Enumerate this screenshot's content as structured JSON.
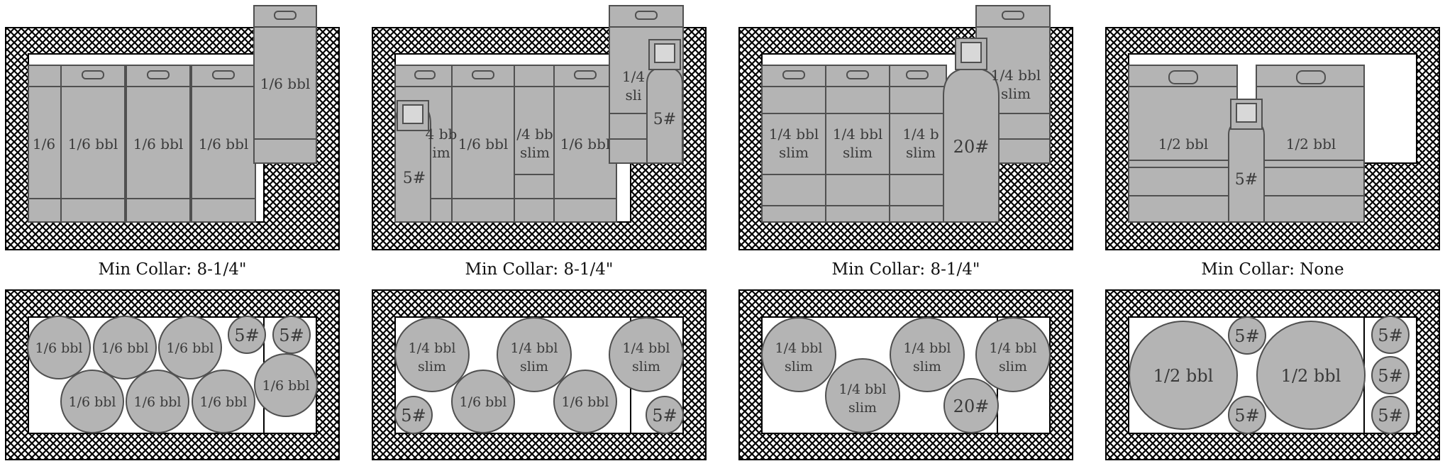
{
  "colors": {
    "keg_fill": "#b4b4b4",
    "keg_stroke": "#505050",
    "interior": "#ffffff",
    "hatch": "#000000"
  },
  "configs": [
    {
      "caption": "Min Collar: 8-1/4\"",
      "side_labels": [
        "1/6",
        "1/6 bbl",
        "1/6 bbl",
        "1/6 bbl",
        "1/6 bbl"
      ],
      "top_labels": [
        "1/6 bbl",
        "1/6 bbl",
        "1/6 bbl",
        "5#",
        "5#",
        "1/6 bbl",
        "1/6 bbl",
        "1/6 bbl",
        "1/6 bbl"
      ]
    },
    {
      "caption": "Min Collar: 8-1/4\"",
      "side_labels": [
        "5#",
        "1/6 bbl",
        "/4 bb",
        "slim",
        "1/6 bbl",
        "1/4",
        "sli",
        "5#",
        "4 bb",
        "im"
      ],
      "top_labels": [
        "1/4 bbl",
        "slim",
        "1/4 bbl",
        "slim",
        "1/4 bbl",
        "slim",
        "5#",
        "1/6 bbl",
        "1/6 bbl",
        "5#"
      ]
    },
    {
      "caption": "Min Collar: 8-1/4\"",
      "side_labels": [
        "1/4 bbl",
        "slim",
        "1/4 bbl",
        "slim",
        "1/4 b",
        "slim",
        "20#",
        "1/4 bbl",
        "slim"
      ],
      "top_labels": [
        "1/4 bbl",
        "slim",
        "1/4 bbl",
        "slim",
        "1/4 bbl",
        "slim",
        "1/4 bbl",
        "slim",
        "20#"
      ]
    },
    {
      "caption": "Min Collar: None",
      "side_labels": [
        "1/2 bbl",
        "1/2 bbl",
        "5#"
      ],
      "top_labels": [
        "1/2 bbl",
        "1/2 bbl",
        "5#",
        "5#",
        "5#",
        "5#",
        "5#"
      ]
    }
  ]
}
